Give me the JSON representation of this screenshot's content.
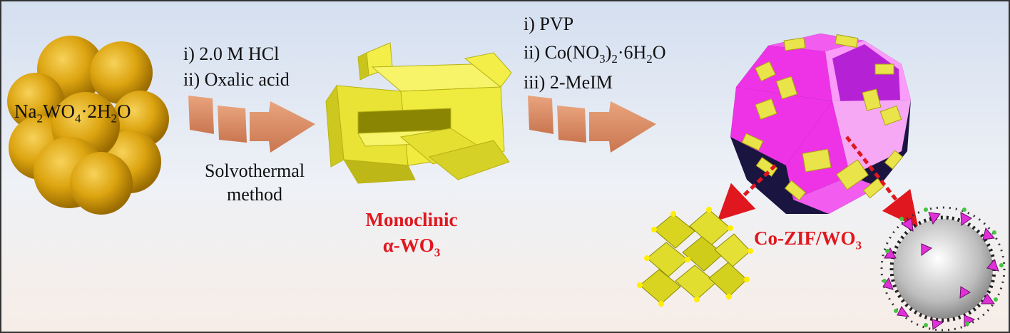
{
  "precursor": {
    "base": "Na",
    "sub1": "2",
    "mid": "WO",
    "sub2": "4",
    "tail": "·2H",
    "sub3": "2",
    "end": "O"
  },
  "step1": {
    "conditions": [
      "i) 2.0 M HCl",
      "ii) Oxalic acid"
    ],
    "method": [
      "Solvothermal",
      "method"
    ]
  },
  "intermediate": {
    "line1": "Monoclinic",
    "line2_base": "α-WO",
    "line2_sub": "3"
  },
  "step2": {
    "c1": "i) PVP",
    "c2_pre": "ii) Co(NO",
    "c2_sub1": "3",
    "c2_mid": ")",
    "c2_sub2": "2",
    "c2_post": "·6H",
    "c2_sub3": "2",
    "c2_end": "O",
    "c3": "iii) 2-MeIM"
  },
  "product": {
    "base": "Co-ZIF/WO",
    "sub": "3"
  },
  "colors": {
    "sphere": "#d9a10a",
    "arrow": "#d8906a",
    "wo3_crystal": "#f0ec3f",
    "zif_polyhedron": "#ee33e6",
    "highlight_text": "#e0171e",
    "pointer_arrow": "#e0171e"
  }
}
